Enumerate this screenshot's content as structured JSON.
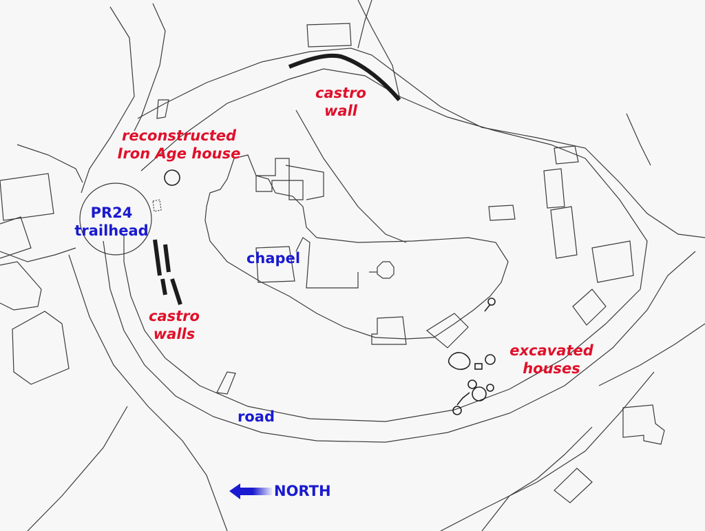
{
  "colors": {
    "red_label": "#e0102a",
    "blue_label": "#1a1ad0",
    "lines": "#3a3a3a",
    "walls": "#1c1c1c",
    "background": "#f7f7f7"
  },
  "labels": {
    "castro_wall": [
      "castro",
      "wall"
    ],
    "reconstructed_house": [
      "reconstructed",
      "Iron Age house"
    ],
    "trailhead": [
      "PR24",
      "trailhead"
    ],
    "chapel": "chapel",
    "castro_walls": [
      "castro",
      "walls"
    ],
    "excavated_houses": [
      "excavated",
      "houses"
    ],
    "road": "road",
    "north": "NORTH"
  },
  "icons": {
    "north_arrow": "arrow-left-icon"
  }
}
